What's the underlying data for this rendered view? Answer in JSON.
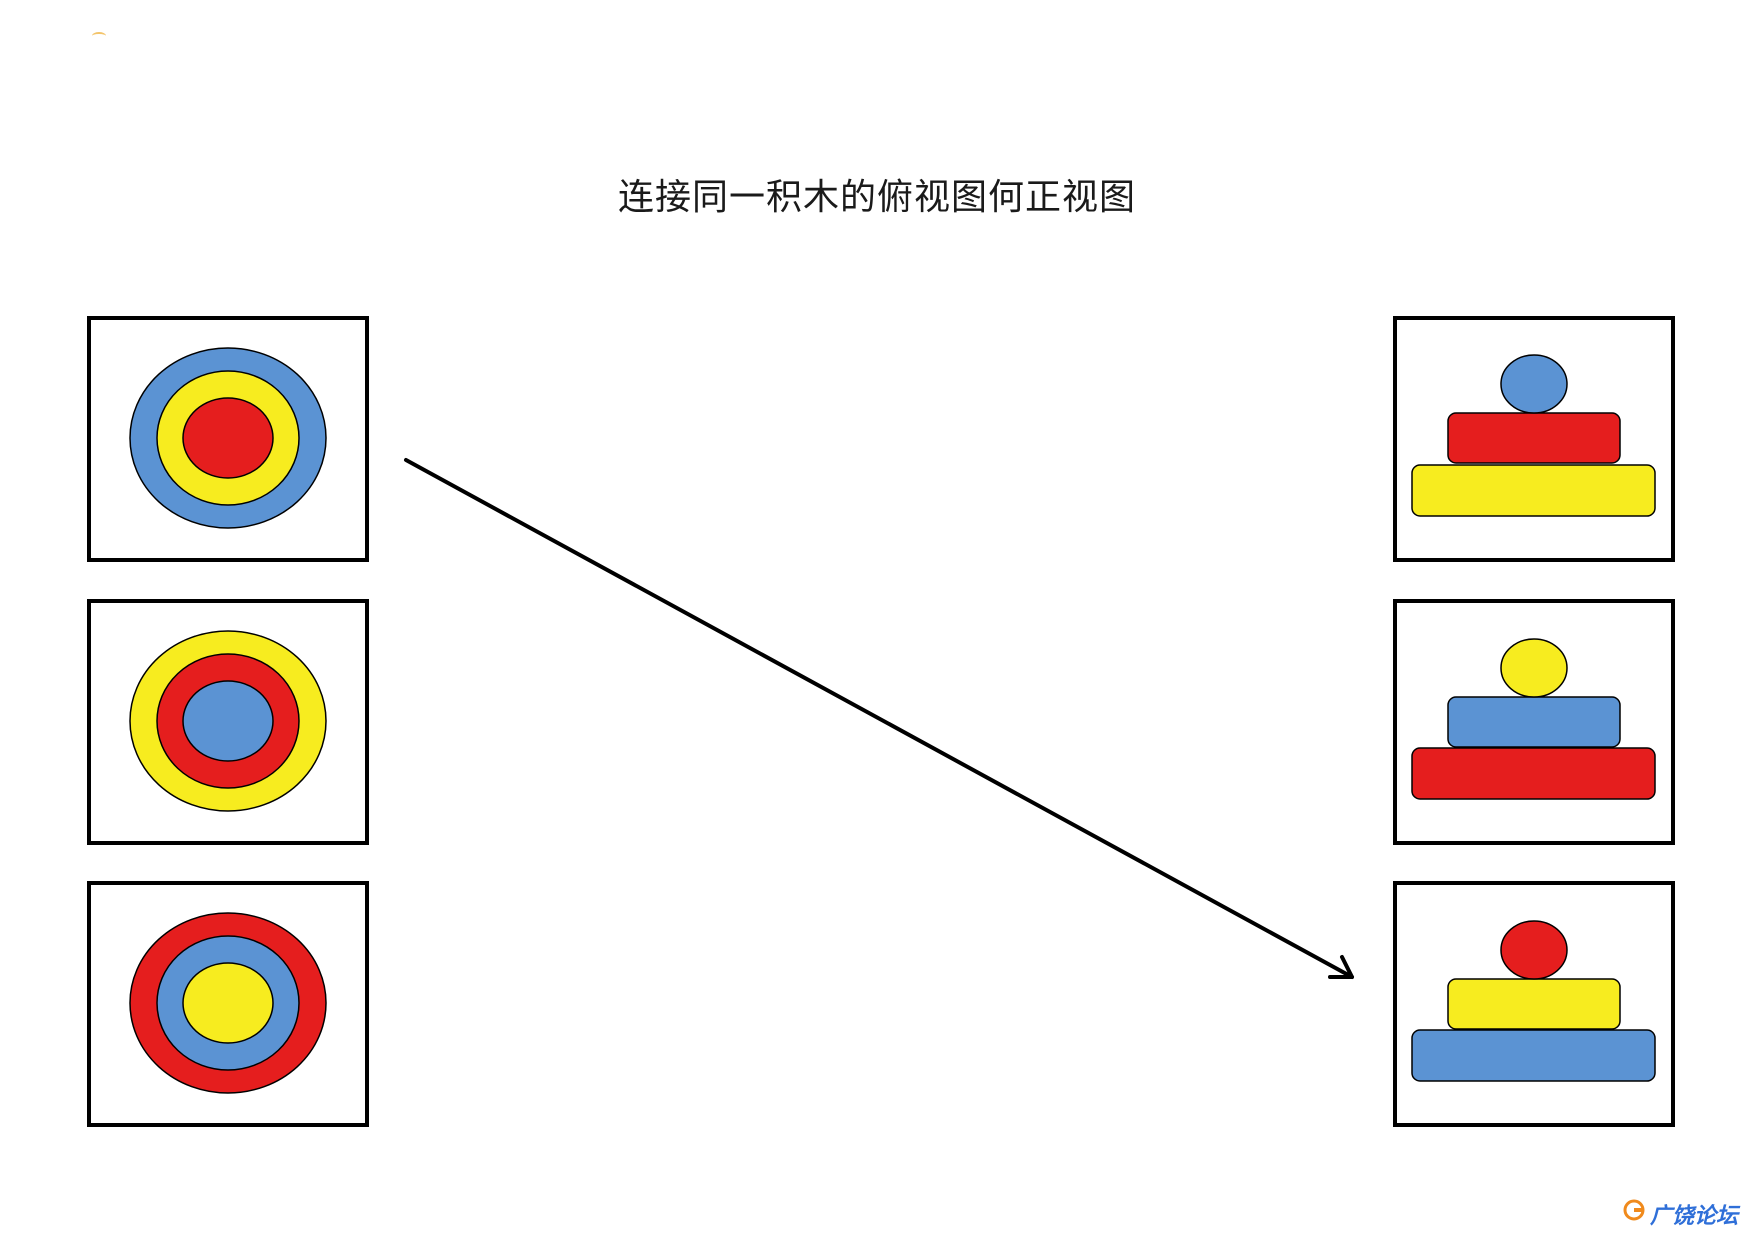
{
  "title": "连接同一积木的俯视图何正视图",
  "colors": {
    "blue": "#5b93d3",
    "yellow": "#f7ec1f",
    "red": "#e51e1e",
    "frame": "#000000"
  },
  "top_views": [
    {
      "rings_outer_to_inner": [
        "blue",
        "yellow",
        "red"
      ]
    },
    {
      "rings_outer_to_inner": [
        "yellow",
        "red",
        "blue"
      ]
    },
    {
      "rings_outer_to_inner": [
        "red",
        "blue",
        "yellow"
      ]
    }
  ],
  "front_views": [
    {
      "top_ball": "blue",
      "middle_block": "red",
      "bottom_block": "yellow"
    },
    {
      "top_ball": "yellow",
      "middle_block": "blue",
      "bottom_block": "red"
    },
    {
      "top_ball": "red",
      "middle_block": "yellow",
      "bottom_block": "blue"
    }
  ],
  "example_connection": {
    "from_top_view": 1,
    "to_front_view": 3
  },
  "watermark": "广饶论坛"
}
